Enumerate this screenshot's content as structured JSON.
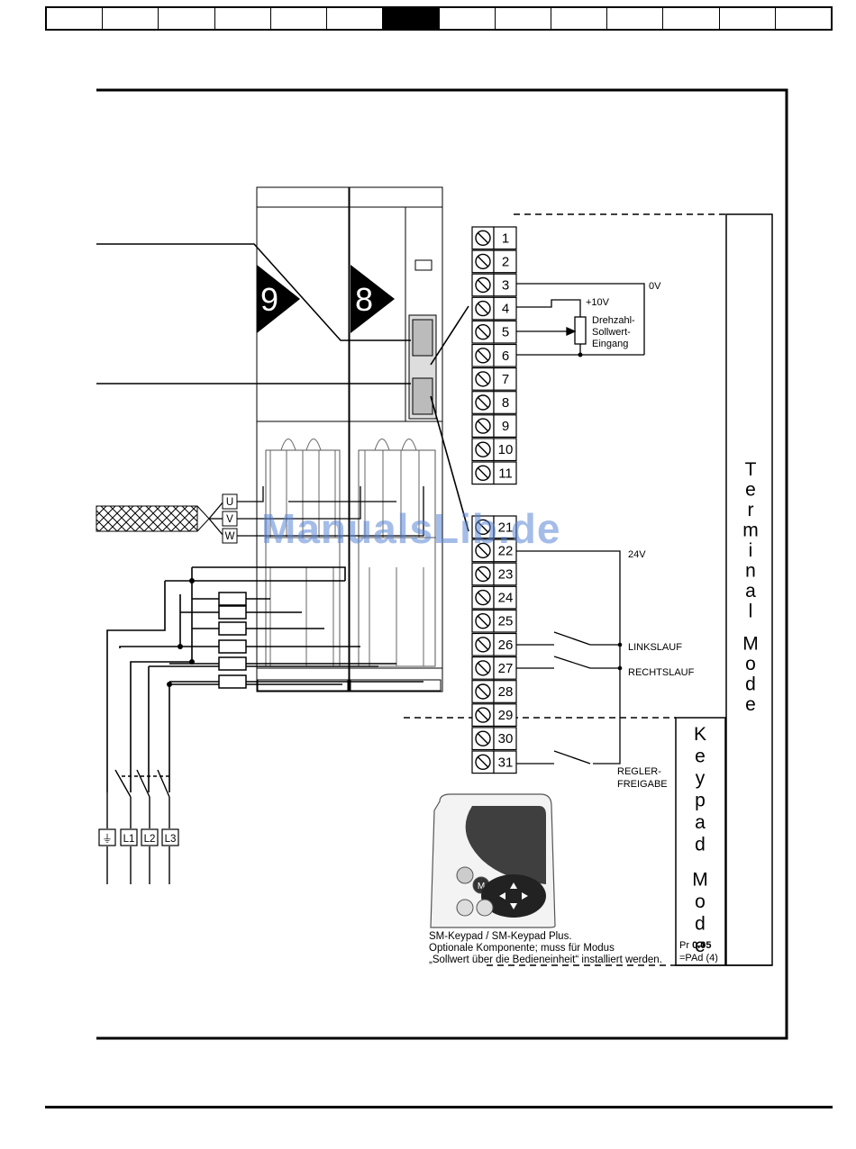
{
  "nav": {
    "cell_count": 14,
    "active_index": 6
  },
  "labels": {
    "module_9": "9",
    "module_8": "8",
    "zero_v": "0V",
    "plus_10v": "+10V",
    "pot_label": [
      "Drehzahl-",
      "Sollwert-",
      "Eingang"
    ],
    "v24": "24V",
    "linkslauf": "LINKSLAUF",
    "rechtslauf": "RECHTSLAUF",
    "regler": [
      "REGLER-",
      "FREIGABE"
    ],
    "motor_u": "U",
    "motor_v": "V",
    "motor_w": "W",
    "supply": [
      "⏚",
      "L1",
      "L2",
      "L3"
    ],
    "keypad_caption": [
      "SM-Keypad / SM-Keypad Plus.",
      "Optionale Komponente;  muss für Modus",
      "„Sollwert über die Bedieneinheit“ installiert werden."
    ],
    "keypad_m": "M",
    "terminal_mode": "Terminal Mode",
    "keypad_mode": "Keypad Mode",
    "pr_prefix": "Pr ",
    "pr_number": "0.05",
    "pr_value": "=PAd (4)"
  },
  "terminals_top": [
    "1",
    "2",
    "3",
    "4",
    "5",
    "6",
    "7",
    "8",
    "9",
    "10",
    "11"
  ],
  "terminals_bottom": [
    "21",
    "22",
    "23",
    "24",
    "25",
    "26",
    "27",
    "28",
    "29",
    "30",
    "31"
  ],
  "watermark": "ManualsLib.de"
}
